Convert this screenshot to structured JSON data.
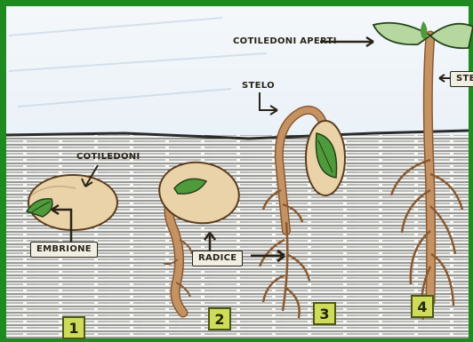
{
  "labels": {
    "cotiledoni": "COTILEDONI",
    "embrione": "EMBRIONE",
    "radice": "RADICE",
    "stelo": "STELO",
    "cotiledoni_aperti": "COTILEDONI APERTI",
    "stelo_cut": "STE"
  },
  "stages": [
    "1",
    "2",
    "3",
    "4"
  ],
  "colors": {
    "frame": "#1f8a1f",
    "sky": "#e7eff8",
    "soil_line": "#3a3a3a",
    "seed": "#ecd6ad",
    "seed_outline": "#5a3d20",
    "root": "#c59363",
    "leaf": "#4f9a3a",
    "number_box": "#cfdb5a"
  }
}
